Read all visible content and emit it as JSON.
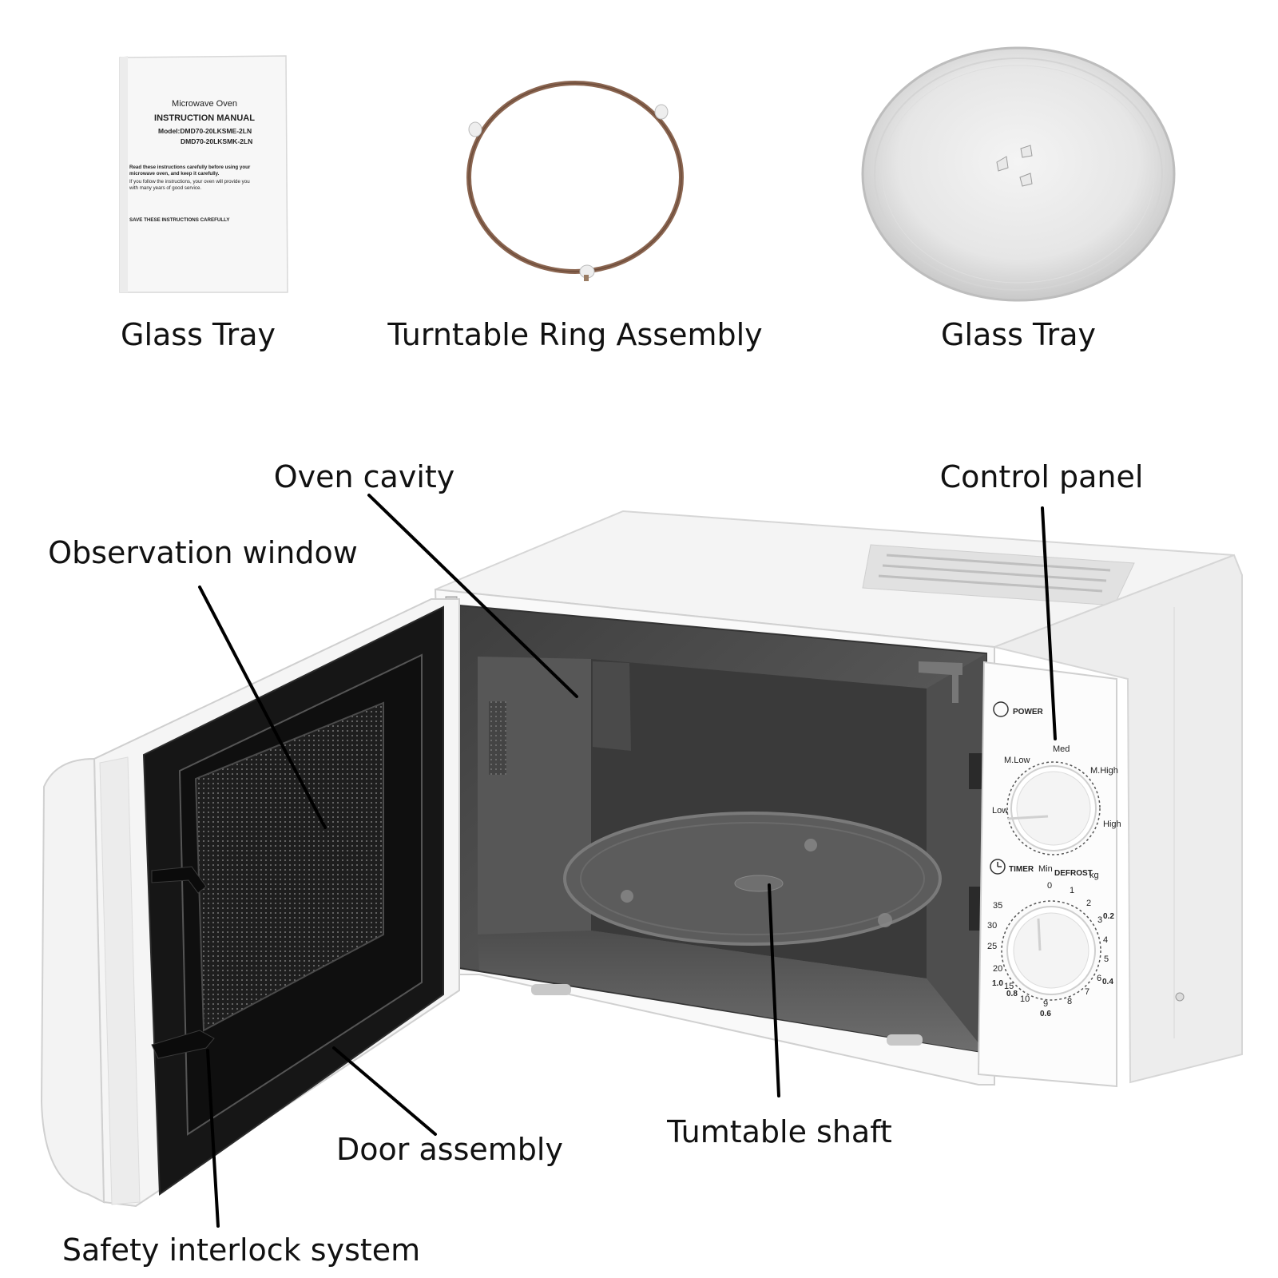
{
  "accessories": [
    {
      "id": "manual",
      "caption": "Glass Tray"
    },
    {
      "id": "ring",
      "caption": "Turntable Ring Assembly"
    },
    {
      "id": "tray",
      "caption": "Glass Tray"
    }
  ],
  "manual": {
    "title": "Microwave Oven",
    "heading": "INSTRUCTION MANUAL",
    "model_line_1": "Model:DMD70-20LKSME-2LN",
    "model_line_2": "DMD70-20LKSMK-2LN",
    "para_1a": "Read these instructions carefully before using your",
    "para_1b": "microwave oven, and keep it carefully.",
    "para_2a": "If you follow the instructions, your oven will provide you",
    "para_2b": "with many years of good service.",
    "save_note": "SAVE THESE INSTRUCTIONS CAREFULLY"
  },
  "labels": {
    "oven_cavity": "Oven cavity",
    "control_panel": "Control panel",
    "observation_window": "Observation window",
    "door_assembly": "Door assembly",
    "turntable_shaft": "Tumtable shaft",
    "safety_interlock": "Safety interlock system"
  },
  "control_panel": {
    "power_label": "POWER",
    "power_marks": {
      "low": "Low",
      "m_low": "M.Low",
      "med": "Med",
      "m_high": "M.High",
      "high": "High"
    },
    "timer_label": "TIMER",
    "timer_unit": "Min",
    "defrost_label": "DEFROST",
    "defrost_unit": "kg",
    "timer_marks": [
      "0",
      "1",
      "2",
      "3",
      "4",
      "5",
      "6",
      "7",
      "8",
      "9",
      "10",
      "15",
      "20",
      "25",
      "30",
      "35"
    ],
    "defrost_marks": [
      "0.2",
      "0.4",
      "0.6",
      "0.8",
      "1.0"
    ]
  },
  "colors": {
    "ring_brown": "#8a6550",
    "cavity_gray": "#5a5a5a",
    "body_white": "#f7f7f7"
  }
}
